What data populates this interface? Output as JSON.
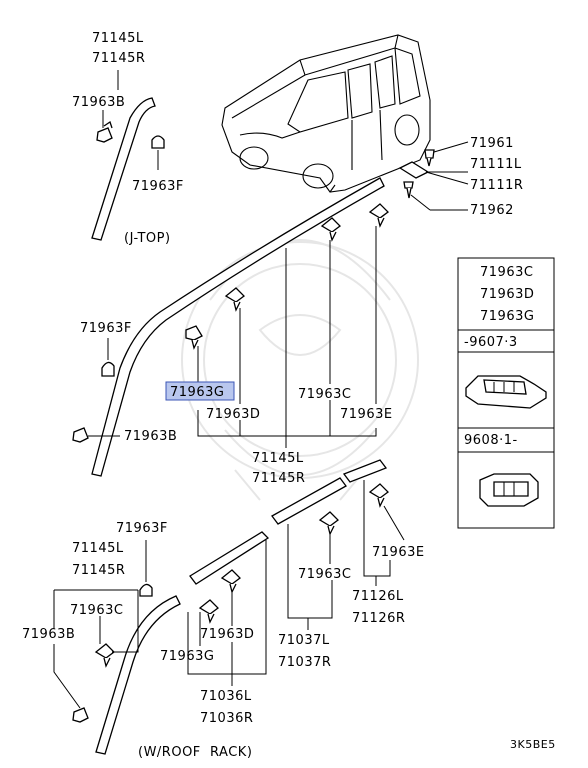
{
  "callouts": {
    "jtop_molding_l": "71145L",
    "jtop_molding_r": "71145R",
    "jtop_clip_b": "71963B",
    "jtop_clip_f": "71963F",
    "jtop_label": "(J-TOP)",
    "screw_71961": "71961",
    "bracket_l": "71111L",
    "bracket_r": "71111R",
    "screw_71962": "71962",
    "main_clip_f": "71963F",
    "main_clip_g": "71963G",
    "main_clip_d": "71963D",
    "main_clip_c": "71963C",
    "main_clip_e": "71963E",
    "main_clip_b": "71963B",
    "main_molding_l": "71145L",
    "main_molding_r": "71145R",
    "rack_clip_f": "71963F",
    "rack_molding_l": "71145L",
    "rack_molding_r": "71145R",
    "rack_clip_c_left": "71963C",
    "rack_clip_b": "71963B",
    "rack_clip_d": "71963D",
    "rack_clip_g": "71963G",
    "rack_rail_front_l": "71036L",
    "rack_rail_front_r": "71036R",
    "rack_rail_mid_l": "71037L",
    "rack_rail_mid_r": "71037R",
    "rack_clip_c_mid": "71963C",
    "rack_clip_e": "71963E",
    "rack_rail_rear_l": "71126L",
    "rack_rail_rear_r": "71126R",
    "rack_label": "(W/ROOF  RACK)",
    "figure_code": "3K5BE5"
  },
  "legend": {
    "part_c": "71963C",
    "part_d": "71963D",
    "part_g": "71963G",
    "old_range": "-9607·3",
    "new_range": "9608·1-"
  },
  "highlight_color": "#b9c7ee"
}
